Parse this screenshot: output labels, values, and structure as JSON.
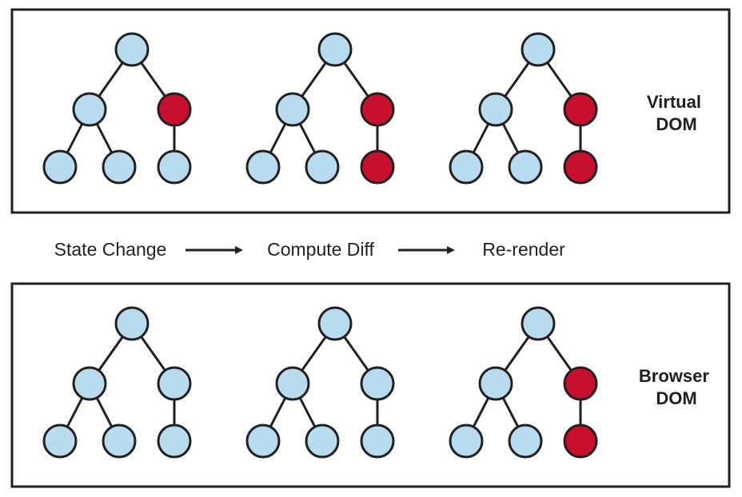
{
  "colors": {
    "unchanged": "#b7dcef",
    "changed": "#c8102e",
    "stroke": "#231f20"
  },
  "panels": [
    {
      "label_lines": [
        "Virtual",
        "DOM"
      ],
      "trees": [
        {
          "changed": [
            false,
            false,
            true,
            false,
            false,
            false
          ]
        },
        {
          "changed": [
            false,
            false,
            true,
            false,
            false,
            true
          ]
        },
        {
          "changed": [
            false,
            false,
            true,
            false,
            false,
            true
          ]
        }
      ]
    },
    {
      "label_lines": [
        "Browser",
        "DOM"
      ],
      "trees": [
        {
          "changed": [
            false,
            false,
            false,
            false,
            false,
            false
          ]
        },
        {
          "changed": [
            false,
            false,
            false,
            false,
            false,
            false
          ]
        },
        {
          "changed": [
            false,
            false,
            true,
            false,
            false,
            true
          ]
        }
      ]
    }
  ],
  "flow": {
    "steps": [
      "State Change",
      "Compute Diff",
      "Re-render"
    ],
    "arrow_icon": "right-arrow-icon"
  }
}
